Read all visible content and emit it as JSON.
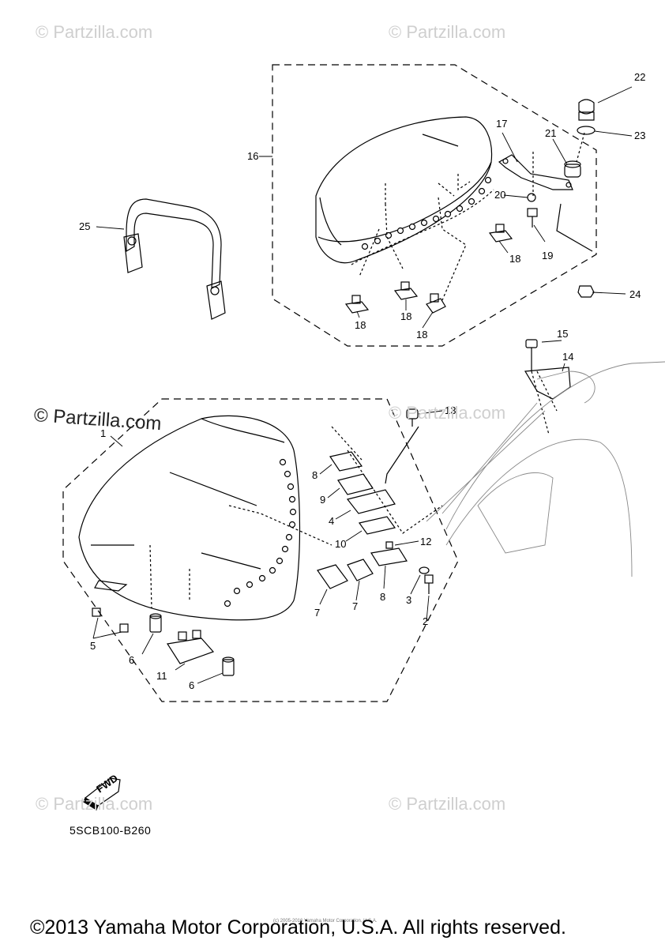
{
  "watermark_text": "© Partzilla.com",
  "watermark_prominent": "© Partzilla.com",
  "diagram_code": "5SCB100-B260",
  "copyright": "©2013 Yamaha Motor Corporation, U.S.A. All rights reserved.",
  "tiny_copyright": "(c) 2005-2016 Yamaha Motor Corporation, U.S.A.",
  "fwd_label": "FWD",
  "callouts": [
    "1",
    "2",
    "3",
    "4",
    "5",
    "6",
    "6",
    "7",
    "7",
    "8",
    "8",
    "9",
    "10",
    "11",
    "12",
    "13",
    "14",
    "15",
    "16",
    "17",
    "18",
    "18",
    "18",
    "18",
    "19",
    "20",
    "21",
    "22",
    "23",
    "24",
    "25"
  ]
}
